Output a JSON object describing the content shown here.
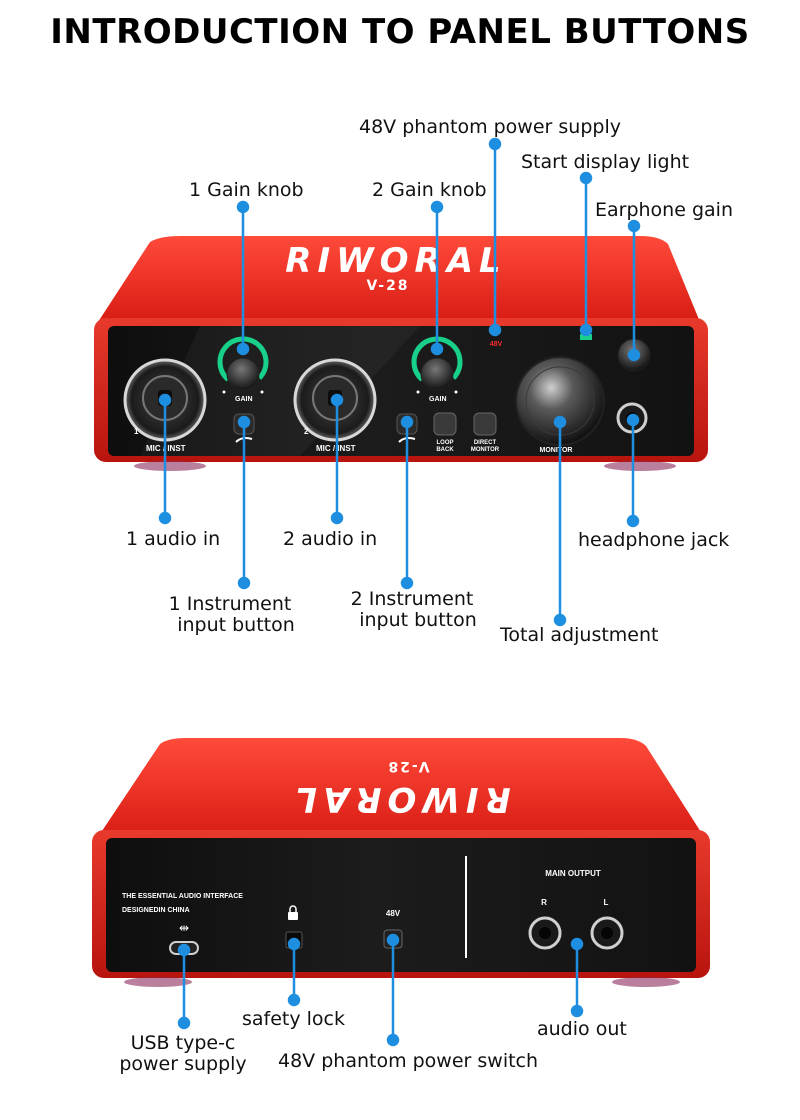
{
  "title": "INTRODUCTION TO PANEL BUTTONS",
  "colors": {
    "accent_line": "#1e8fe0",
    "body_red": "#e0261c",
    "panel_black": "#151515",
    "glow_green": "#18d08a"
  },
  "device": {
    "brand": "RIWORAL",
    "model": "V-28"
  },
  "front_panel": {
    "labels": {
      "phantom_48v": "48V phantom power supply",
      "display_light": "Start display light",
      "gain_knob_1": "1 Gain knob",
      "gain_knob_2": "2 Gain knob",
      "earphone_gain": "Earphone gain",
      "audio_in_1": "1 audio in",
      "audio_in_2": "2 audio in",
      "headphone_jack": "headphone jack",
      "instrument_button_1": [
        "1 Instrument",
        "input button"
      ],
      "instrument_button_2": [
        "2 Instrument",
        "input button"
      ],
      "total_adjustment": "Total adjustment"
    },
    "printed": {
      "ch1": "1",
      "ch2": "2",
      "mic_inst": "MIC / INST",
      "gain": "GAIN",
      "loop_back": [
        "LOOP",
        "BACK"
      ],
      "direct_monitor": [
        "DIRECT",
        "MONITOR"
      ],
      "monitor": "MONITOR",
      "v48": "48V"
    }
  },
  "rear_panel": {
    "labels": {
      "usb": [
        "USB type-c",
        "power supply"
      ],
      "safety_lock": "safety lock",
      "phantom_switch": "48V phantom power switch",
      "audio_out": "audio out"
    },
    "printed": {
      "tagline": "THE ESSENTIAL AUDIO INTERFACE",
      "designed": "DESIGNEDIN CHINA",
      "v48": "48V",
      "main_output": "MAIN OUTPUT",
      "r": "R",
      "l": "L"
    }
  }
}
